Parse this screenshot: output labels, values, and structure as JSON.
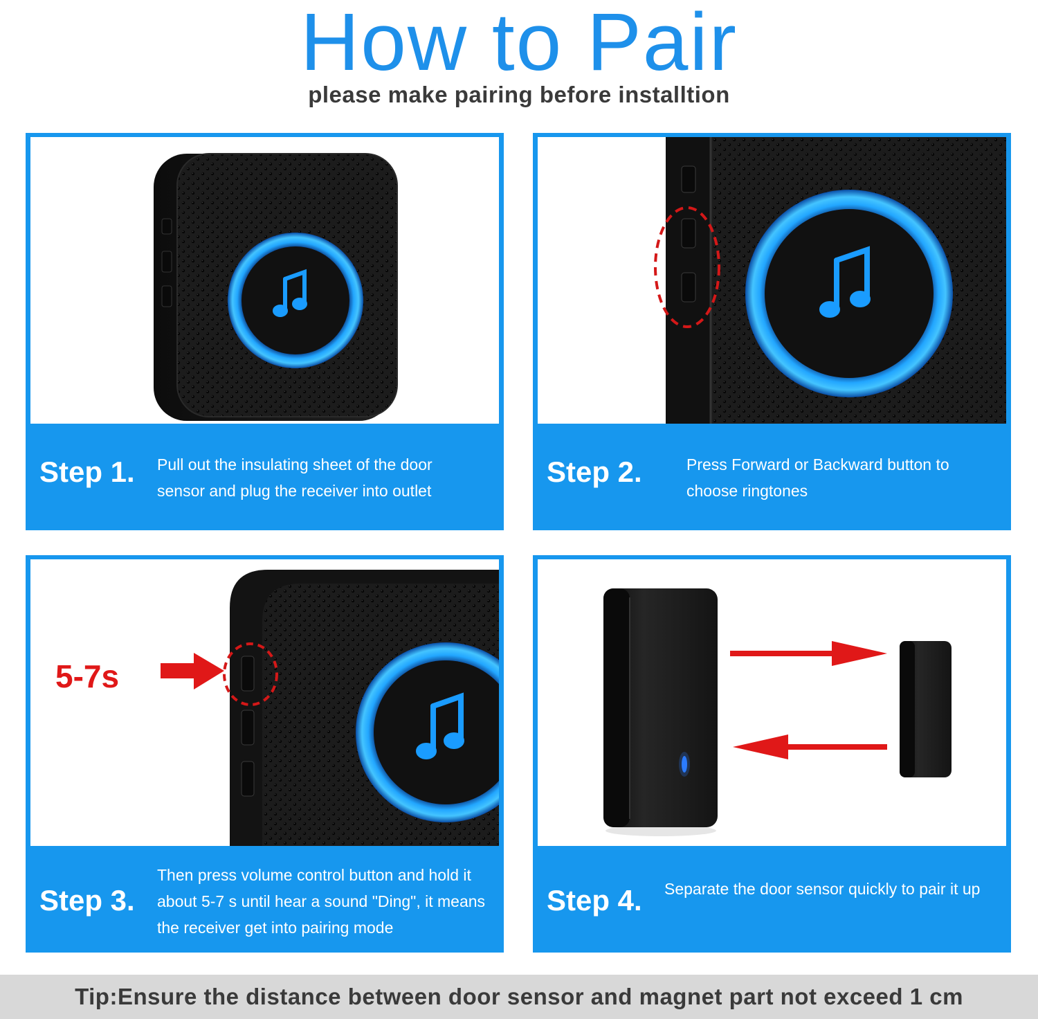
{
  "header": {
    "title": "How to Pair",
    "subtitle": "please make pairing before installtion"
  },
  "steps": [
    {
      "label": "Step 1.",
      "text": "Pull out the insulating sheet of the door sensor and plug the receiver into outlet"
    },
    {
      "label": "Step 2.",
      "text": "Press Forward or Backward button to choose ringtones"
    },
    {
      "label": "Step 3.",
      "text": "Then press volume control button and hold it about 5-7 s until hear a sound \"Ding\", it means the receiver get into pairing mode",
      "callout": "5-7s"
    },
    {
      "label": "Step 4.",
      "text": "Separate the door sensor quickly to pair it up"
    }
  ],
  "tip": "Tip:Ensure the distance between door sensor and magnet part not exceed 1 cm",
  "colors": {
    "title_blue": "#1e90ea",
    "panel_blue": "#1797ee",
    "ring_blue": "#1a9cff",
    "callout_red": "#e01818",
    "device_black": "#1a1a1a",
    "tip_bar": "#d8d8d8"
  },
  "icons": [
    "music-note-icon",
    "red-arrow-icon",
    "dashed-highlight-circle"
  ]
}
